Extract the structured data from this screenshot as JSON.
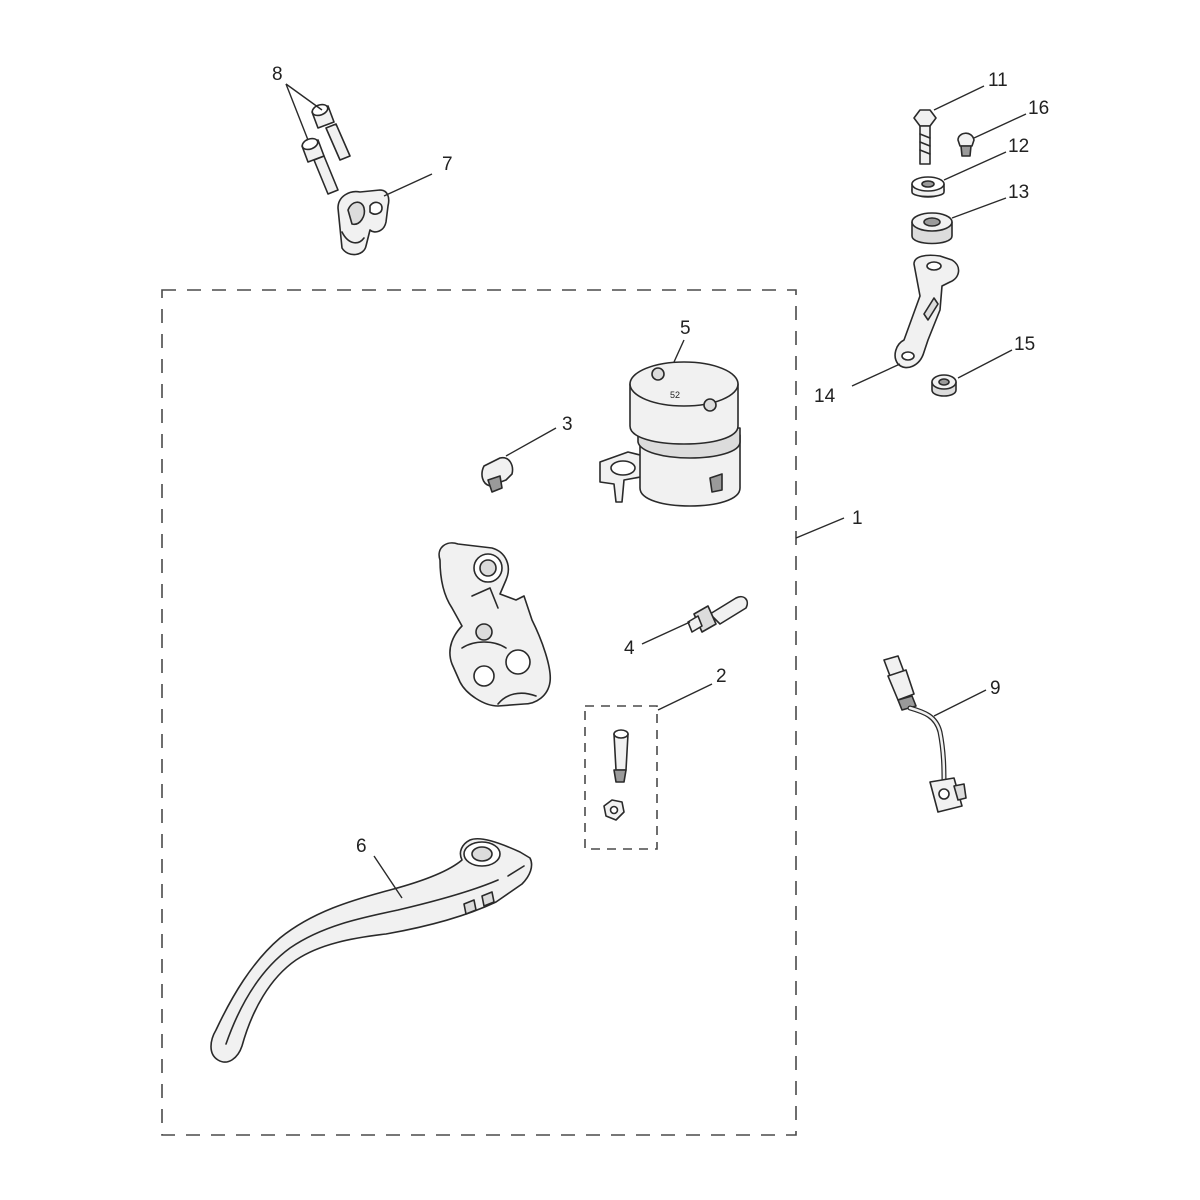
{
  "diagram": {
    "callouts": {
      "c1": "1",
      "c2": "2",
      "c3": "3",
      "c4": "4",
      "c5": "5",
      "c6": "6",
      "c7": "7",
      "c8": "8",
      "c9": "9",
      "c11": "11",
      "c12": "12",
      "c13": "13",
      "c14": "14",
      "c15": "15",
      "c16": "16"
    },
    "reservoir_cap_marking": "52"
  }
}
